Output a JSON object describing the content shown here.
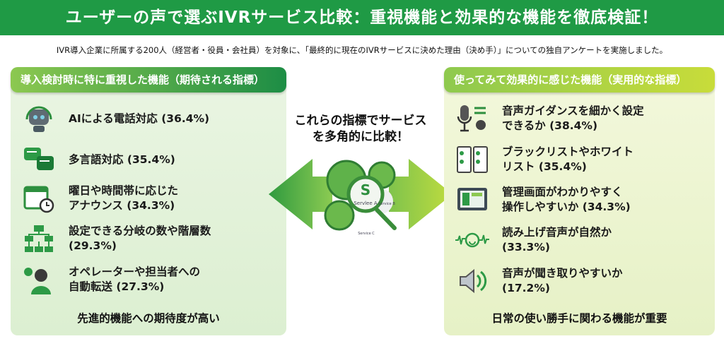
{
  "header": {
    "title": "ユーザーの声で選ぶIVRサービス比較：重視機能と効果的な機能を徹底検証！"
  },
  "intro": "IVR導入企業に所属する200人（経営者・役員・会社員）を対象に、「最終的に現在のIVRサービスに決めた理由（決め手）」についての独自アンケートを実施しました。",
  "left": {
    "title": "導入検討時に特に重視した機能（期待される指標）",
    "items": [
      {
        "label": "AIによる電話対応 (36.4%)",
        "icon": "robot-headset-icon"
      },
      {
        "label": "多言語対応 (35.4%)",
        "icon": "chat-bubbles-icon"
      },
      {
        "label": "曜日や時間帯に応じた\nアナウンス (34.3%)",
        "icon": "calendar-clock-icon"
      },
      {
        "label": "設定できる分岐の数や階層数\n(29.3%)",
        "icon": "flowchart-icon"
      },
      {
        "label": "オペレーターや担当者への\n自動転送 (27.3%)",
        "icon": "operator-icon"
      }
    ],
    "footer": "先進的機能への期待度が高い"
  },
  "center": {
    "text": "これらの指標でサービス\nを多角的に比較！",
    "services": [
      "Servlee A",
      "Service B",
      "Service C"
    ]
  },
  "right": {
    "title": "使ってみて効果的に感じた機能（実用的な指標）",
    "items": [
      {
        "label": "音声ガイダンスを細かく設定\nできるか (38.4%)",
        "icon": "microphone-settings-icon"
      },
      {
        "label": "ブラックリストやホワイト\nリスト (35.4%)",
        "icon": "checklist-icon"
      },
      {
        "label": "管理画面がわかりやすく\n操作しやすいか (34.3%)",
        "icon": "dashboard-icon"
      },
      {
        "label": "読み上げ音声が自然か\n(33.3%)",
        "icon": "voice-wave-icon"
      },
      {
        "label": "音声が聞き取りやすいか\n(17.2%)",
        "icon": "speaker-icon"
      }
    ],
    "footer": "日常の使い勝手に関わる機能が重要"
  },
  "colors": {
    "primary": "#1f9a45",
    "accent": "#8ec94e"
  }
}
